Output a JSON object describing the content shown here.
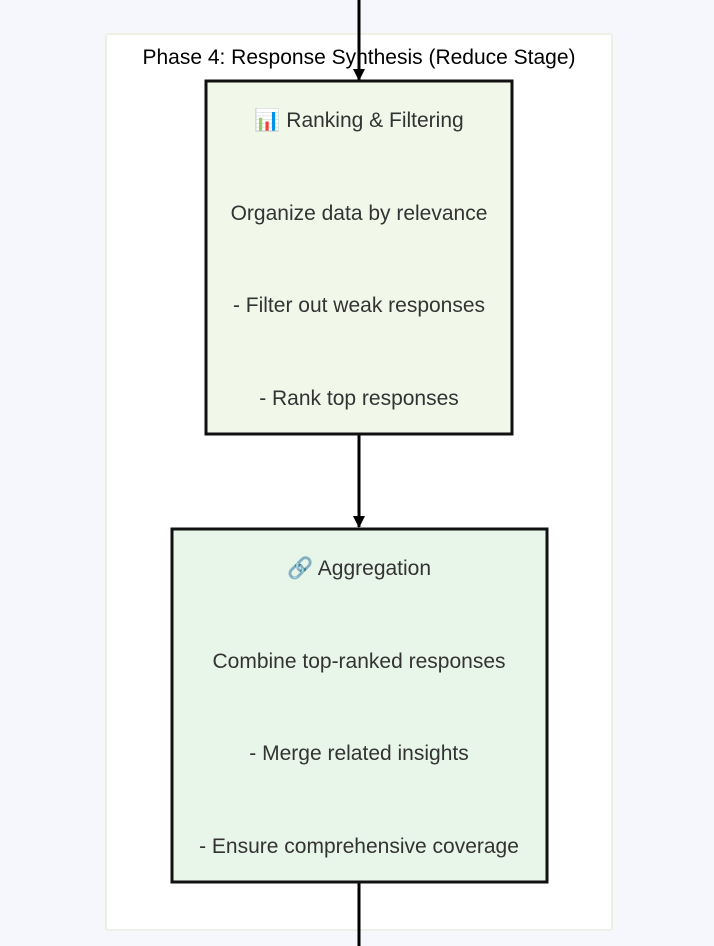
{
  "cluster": {
    "title": "Phase 4: Response Synthesis (Reduce Stage)"
  },
  "nodes": [
    {
      "id": "ranking",
      "icon": "bar-chart-icon",
      "fill": "#f1f8e9",
      "lines": [
        "📊 Ranking & Filtering",
        "Organize data by relevance",
        "- Filter out weak responses",
        "- Rank top responses"
      ]
    },
    {
      "id": "aggregation",
      "icon": "link-icon",
      "fill": "#e8f5e9",
      "lines": [
        "🔗 Aggregation",
        "Combine top-ranked responses",
        "- Merge related insights",
        "- Ensure comprehensive coverage"
      ]
    }
  ],
  "colors": {
    "background": "#f5f7fc",
    "cluster_fill": "#ffffff",
    "cluster_stroke": "#eef0e6",
    "node_stroke": "#111111",
    "edge": "#000000",
    "text": "#333333"
  }
}
